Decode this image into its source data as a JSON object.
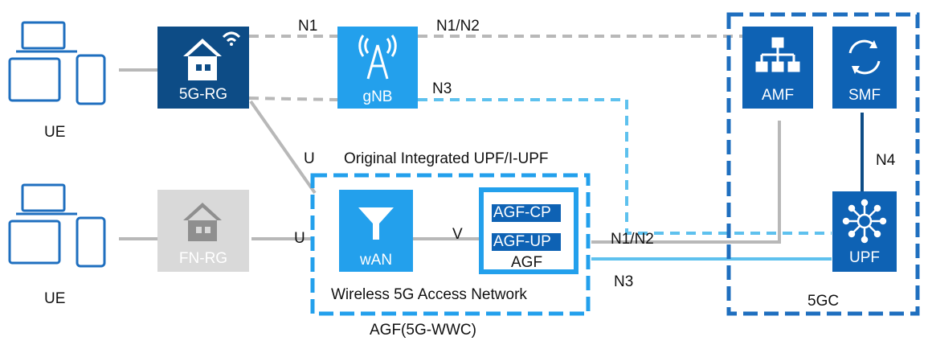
{
  "ue_top": "UE",
  "ue_bottom": "UE",
  "rg_5g": "5G-RG",
  "fn_rg": "FN-RG",
  "gnb": "gNB",
  "wan": "wAN",
  "agf_cp": "AGF-CP",
  "agf_up": "AGF-UP",
  "agf": "AGF",
  "amf": "AMF",
  "smf": "SMF",
  "upf": "UPF",
  "fivegc": "5GC",
  "link_n1": "N1",
  "link_n1_n2_top": "N1/N2",
  "link_n3_top": "N3",
  "link_u_top": "U",
  "link_u_bottom": "U",
  "link_v": "V",
  "link_n1_n2_mid": "N1/N2",
  "link_n3_bottom": "N3",
  "link_n4": "N4",
  "region_iupf": "Original Integrated UPF/I-UPF",
  "region_w5gan": "Wireless 5G Access Network",
  "region_agf_wwc": "AGF(5G-WWC)",
  "colors": {
    "dark_blue": "#0d4c86",
    "mid_blue": "#1f6fbf",
    "bright_blue": "#23a0ec",
    "light_dash": "#5ec1ee",
    "gray_line": "#b8b8b8",
    "gray_node": "#d9d9d9"
  }
}
